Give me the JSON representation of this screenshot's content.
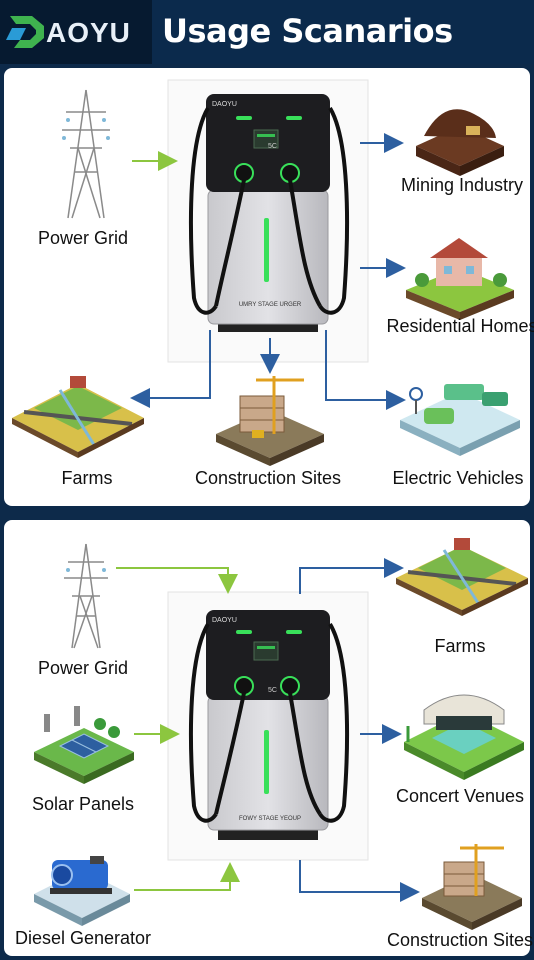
{
  "header": {
    "logo_text": "AOYU",
    "title": "Usage Scanarios"
  },
  "panel1": {
    "sources": [
      {
        "label": "Power Grid",
        "icon": "power-tower-icon"
      }
    ],
    "charger": {
      "brand": "DAOYU",
      "screen": "5C",
      "plate": "UMRY STAGE URGER"
    },
    "destinations": [
      {
        "label": "Mining Industry",
        "icon": "mine-icon"
      },
      {
        "label": "Residential Homes",
        "icon": "house-icon"
      },
      {
        "label": "Farms",
        "icon": "farm-icon"
      },
      {
        "label": "Construction Sites",
        "icon": "construction-icon"
      },
      {
        "label": "Electric Vehicles",
        "icon": "ev-station-icon"
      }
    ]
  },
  "panel2": {
    "sources": [
      {
        "label": "Power Grid",
        "icon": "power-tower-icon"
      },
      {
        "label": "Solar Panels",
        "icon": "solar-panel-icon"
      },
      {
        "label": "Diesel Generator",
        "icon": "generator-icon"
      }
    ],
    "charger": {
      "brand": "DAOYU",
      "screen": "5C",
      "plate": "FOWY STAGE YEOUP"
    },
    "destinations": [
      {
        "label": "Farms",
        "icon": "farm-icon"
      },
      {
        "label": "Concert Venues",
        "icon": "stage-icon"
      },
      {
        "label": "Construction Sites",
        "icon": "construction-icon"
      }
    ]
  },
  "colors": {
    "header": "#0b2a4c",
    "input_arrow": "#8cc63f",
    "output_arrow": "#2d5fa0",
    "led": "#39e05a"
  }
}
